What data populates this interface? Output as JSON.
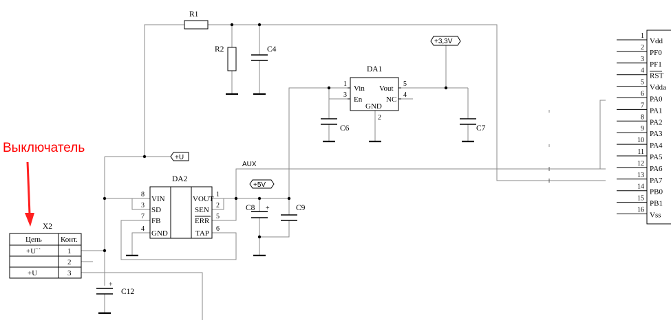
{
  "annotation": {
    "text": "Выключатель",
    "arrow_color": "#ff2020"
  },
  "nets": {
    "plus_u": "+U",
    "plus_5v": "+5V",
    "plus_3v3": "+3,3V",
    "aux": "AUX"
  },
  "resistors": [
    {
      "ref": "R1"
    },
    {
      "ref": "R2"
    }
  ],
  "capacitors": [
    {
      "ref": "C4",
      "polarized": false
    },
    {
      "ref": "C6",
      "polarized": false
    },
    {
      "ref": "C7",
      "polarized": false
    },
    {
      "ref": "C8",
      "polarized": true
    },
    {
      "ref": "C9",
      "polarized": false
    },
    {
      "ref": "C12",
      "polarized": true
    }
  ],
  "polarity_mark": "+",
  "da1": {
    "ref": "DA1",
    "pins": [
      {
        "num": "1",
        "name": "Vin"
      },
      {
        "num": "3",
        "name": "En"
      },
      {
        "num": "2",
        "name": "GND"
      },
      {
        "num": "5",
        "name": "Vout"
      },
      {
        "num": "4",
        "name": "NC"
      }
    ]
  },
  "da2": {
    "ref": "DA2",
    "left_pins": [
      {
        "num": "8",
        "name": "VIN"
      },
      {
        "num": "3",
        "name": "SD"
      },
      {
        "num": "7",
        "name": "FB"
      },
      {
        "num": "4",
        "name": "GND"
      }
    ],
    "right_pins": [
      {
        "num": "1",
        "name": "VOUT"
      },
      {
        "num": "2",
        "name": "SEN"
      },
      {
        "num": "5",
        "name": "ERR"
      },
      {
        "num": "6",
        "name": "TAP"
      }
    ]
  },
  "x2": {
    "ref": "X2",
    "headers": [
      "Цепь",
      "Конт."
    ],
    "rows": [
      {
        "net": "+U``",
        "pin": "1"
      },
      {
        "net": "",
        "pin": "2"
      },
      {
        "net": "+U",
        "pin": "3"
      }
    ]
  },
  "mcu": {
    "pins": [
      {
        "num": "1",
        "name": "Vdd"
      },
      {
        "num": "2",
        "name": "PF0"
      },
      {
        "num": "3",
        "name": "PF1"
      },
      {
        "num": "4",
        "name": "RST"
      },
      {
        "num": "5",
        "name": "Vdda"
      },
      {
        "num": "6",
        "name": "PA0"
      },
      {
        "num": "7",
        "name": "PA1"
      },
      {
        "num": "8",
        "name": "PA2"
      },
      {
        "num": "9",
        "name": "PA3"
      },
      {
        "num": "10",
        "name": "PA4"
      },
      {
        "num": "11",
        "name": "PA5"
      },
      {
        "num": "12",
        "name": "PA6"
      },
      {
        "num": "13",
        "name": "PA7"
      },
      {
        "num": "14",
        "name": "PB0"
      },
      {
        "num": "15",
        "name": "PB1"
      },
      {
        "num": "16",
        "name": "Vss"
      }
    ]
  }
}
